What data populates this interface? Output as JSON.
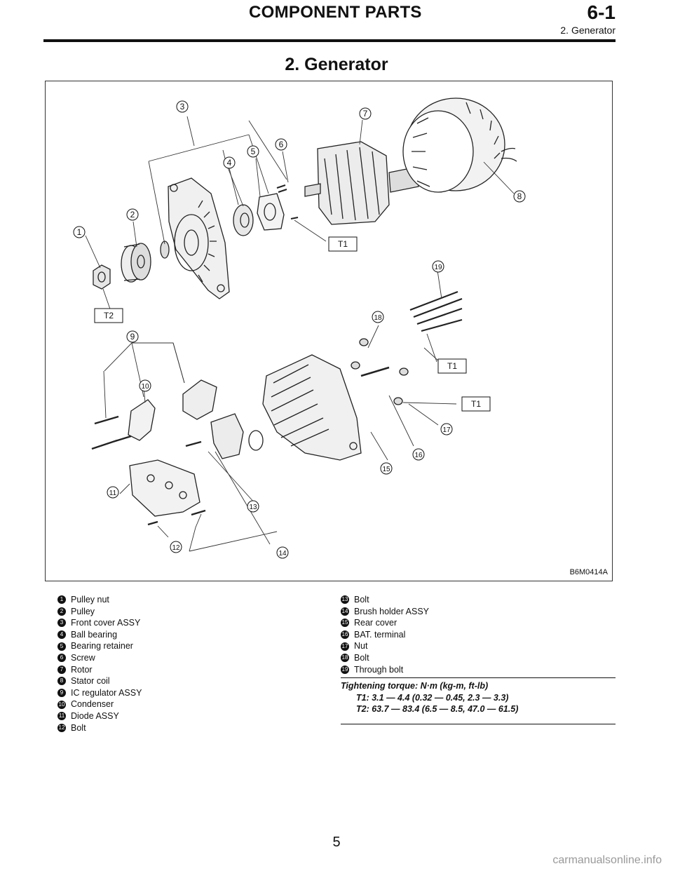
{
  "header": {
    "section_title": "COMPONENT PARTS",
    "section_code": "6-1",
    "subsection": "2. Generator"
  },
  "page_title": "2. Generator",
  "figure": {
    "code": "B6M0414A",
    "callouts": [
      "1",
      "2",
      "3",
      "4",
      "5",
      "6",
      "7",
      "8",
      "9",
      "10",
      "11",
      "12",
      "13",
      "14",
      "15",
      "16",
      "17",
      "18",
      "19"
    ],
    "torque_tags": [
      "T1",
      "T1",
      "T1",
      "T2"
    ]
  },
  "legend": [
    {
      "num": "1",
      "label": "Pulley nut"
    },
    {
      "num": "2",
      "label": "Pulley"
    },
    {
      "num": "3",
      "label": "Front cover ASSY"
    },
    {
      "num": "4",
      "label": "Ball bearing"
    },
    {
      "num": "5",
      "label": "Bearing retainer"
    },
    {
      "num": "6",
      "label": "Screw"
    },
    {
      "num": "7",
      "label": "Rotor"
    },
    {
      "num": "8",
      "label": "Stator coil"
    },
    {
      "num": "9",
      "label": "IC regulator ASSY"
    },
    {
      "num": "10",
      "label": "Condenser"
    },
    {
      "num": "11",
      "label": "Diode ASSY"
    },
    {
      "num": "12",
      "label": "Bolt"
    },
    {
      "num": "13",
      "label": "Bolt"
    },
    {
      "num": "14",
      "label": "Brush holder ASSY"
    },
    {
      "num": "15",
      "label": "Rear cover"
    },
    {
      "num": "16",
      "label": "BAT. terminal"
    },
    {
      "num": "17",
      "label": "Nut"
    },
    {
      "num": "18",
      "label": "Bolt"
    },
    {
      "num": "19",
      "label": "Through bolt"
    }
  ],
  "torque": {
    "heading": "Tightening torque: N·m (kg-m, ft-lb)",
    "t1": "T1: 3.1 — 4.4 (0.32 — 0.45, 2.3 — 3.3)",
    "t2": "T2: 63.7 — 83.4 (6.5 — 8.5, 47.0 — 61.5)"
  },
  "page_number": "5",
  "watermark": "carmanualsonline.info"
}
